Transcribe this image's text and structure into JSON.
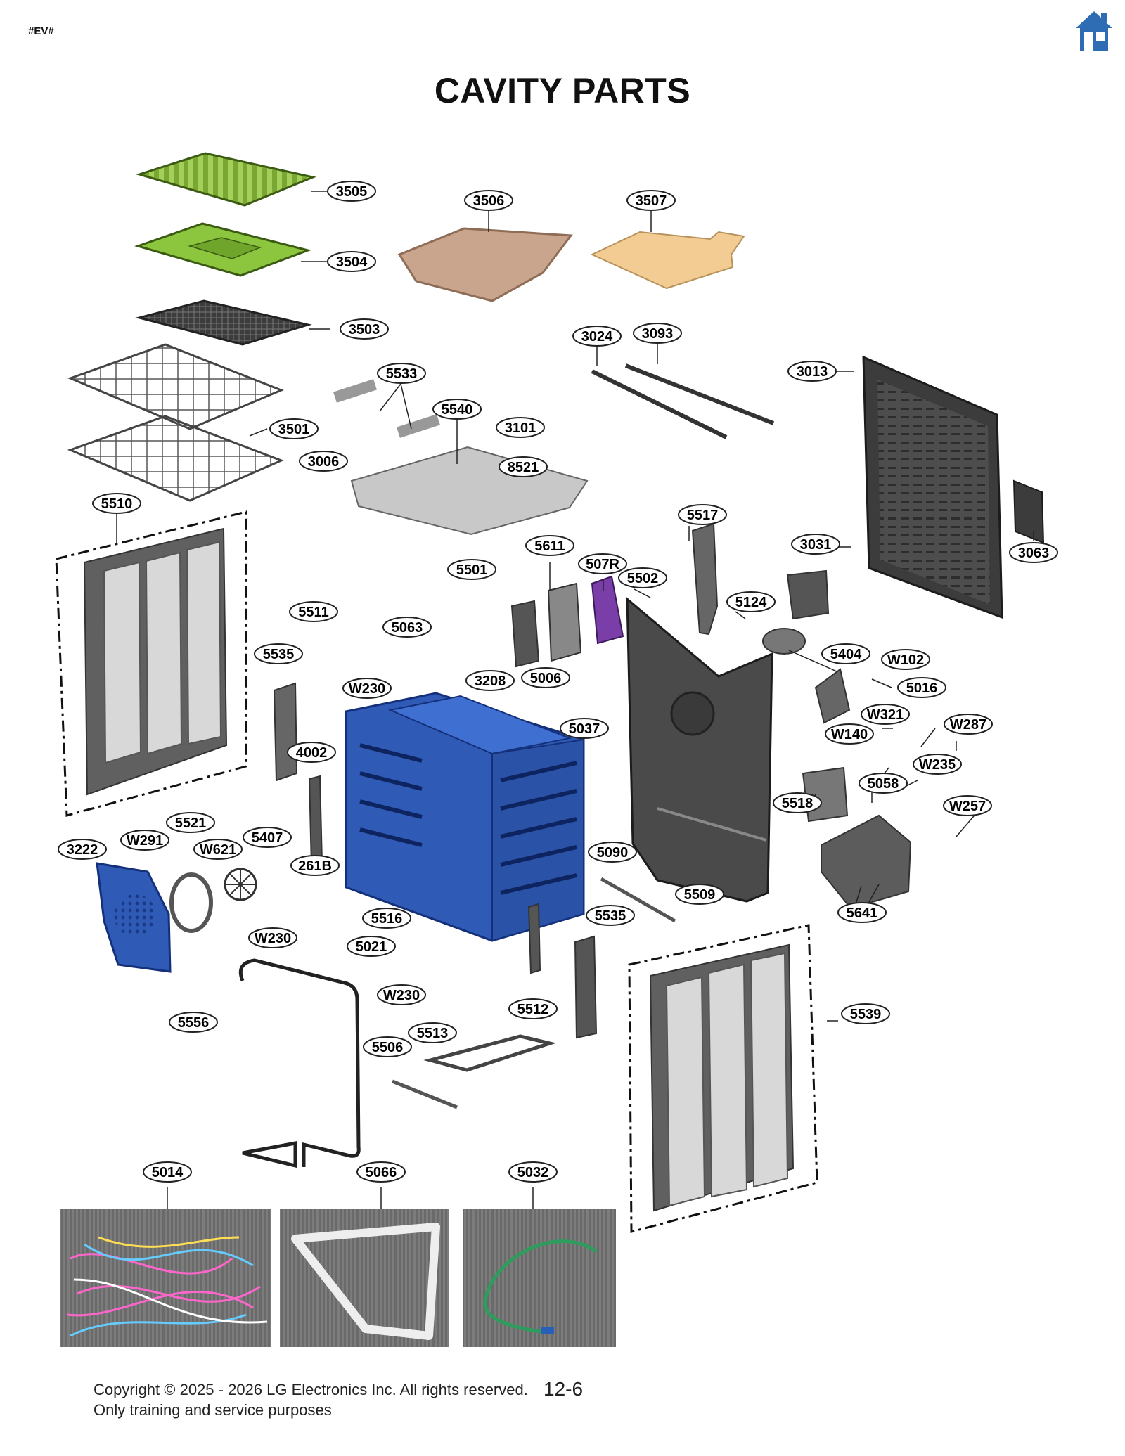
{
  "header": {
    "tag": "#EV#",
    "title": "CAVITY PARTS",
    "home_icon": "home-icon"
  },
  "colors": {
    "callout_fill": "#ffffff",
    "callout_stroke": "#222222",
    "cavity_blue": "#2f5bb7",
    "tray_green": "#8cc63f",
    "stone": "#c9a58e",
    "peel": "#f2cc93",
    "home_blue": "#2e6db4"
  },
  "callouts": [
    "3505",
    "3504",
    "3503",
    "3506",
    "3507",
    "3024",
    "3093",
    "3013",
    "5533",
    "5540",
    "3101",
    "3501",
    "3006",
    "8521",
    "5510",
    "5517",
    "3031",
    "3063",
    "5611",
    "507R",
    "5501",
    "5502",
    "5124",
    "5511",
    "5063",
    "5404",
    "W102",
    "5535",
    "W230",
    "3208",
    "5006",
    "5016",
    "W321",
    "W287",
    "5037",
    "W140",
    "W235",
    "4002",
    "5058",
    "5518",
    "W257",
    "5521",
    "5407",
    "W291",
    "W621",
    "3222",
    "261B",
    "5090",
    "5509",
    "5641",
    "5516",
    "5535",
    "W230",
    "5021",
    "W230",
    "5512",
    "5556",
    "5513",
    "5506",
    "5539",
    "5014",
    "5066",
    "5032"
  ],
  "photos": [
    {
      "label": "5014",
      "name": "wire-harness-photo"
    },
    {
      "label": "5066",
      "name": "gasket-photo"
    },
    {
      "label": "5032",
      "name": "ground-wire-photo"
    }
  ],
  "footer": {
    "copyright": "Copyright © 2025 - 2026 LG Electronics Inc. All rights reserved.",
    "purpose": "Only training and service purposes",
    "page_number": "12-6"
  }
}
